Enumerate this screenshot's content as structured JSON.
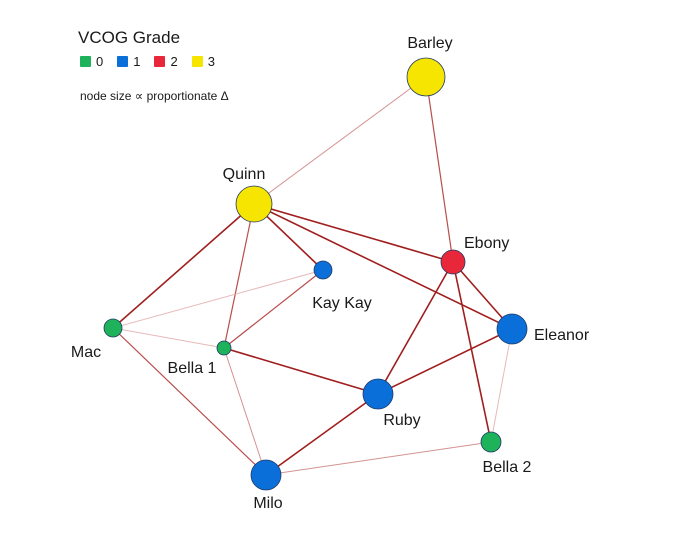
{
  "legend": {
    "title": "VCOG Grade",
    "items": [
      {
        "label": "0",
        "color": "#1eb35a"
      },
      {
        "label": "1",
        "color": "#0a6fd8"
      },
      {
        "label": "2",
        "color": "#e8283a"
      },
      {
        "label": "3",
        "color": "#f5e500"
      }
    ],
    "note": "node size ∝ proportionate Δ"
  },
  "nodes": [
    {
      "id": "Barley",
      "label": "Barley",
      "grade": 3
    },
    {
      "id": "Quinn",
      "label": "Quinn",
      "grade": 3
    },
    {
      "id": "Ebony",
      "label": "Ebony",
      "grade": 2
    },
    {
      "id": "KayKay",
      "label": "Kay Kay",
      "grade": 1
    },
    {
      "id": "Eleanor",
      "label": "Eleanor",
      "grade": 1
    },
    {
      "id": "Mac",
      "label": "Mac",
      "grade": 0
    },
    {
      "id": "Bella1",
      "label": "Bella 1",
      "grade": 0
    },
    {
      "id": "Ruby",
      "label": "Ruby",
      "grade": 1
    },
    {
      "id": "Bella2",
      "label": "Bella 2",
      "grade": 0
    },
    {
      "id": "Milo",
      "label": "Milo",
      "grade": 1
    }
  ],
  "edges": [
    {
      "from": "Barley",
      "to": "Quinn",
      "weight": "light"
    },
    {
      "from": "Barley",
      "to": "Ebony",
      "weight": "medium"
    },
    {
      "from": "Quinn",
      "to": "Ebony",
      "weight": "strong"
    },
    {
      "from": "Quinn",
      "to": "KayKay",
      "weight": "strong"
    },
    {
      "from": "Quinn",
      "to": "Mac",
      "weight": "strong"
    },
    {
      "from": "Quinn",
      "to": "Bella1",
      "weight": "medium"
    },
    {
      "from": "Quinn",
      "to": "Eleanor",
      "weight": "strong"
    },
    {
      "from": "KayKay",
      "to": "Bella1",
      "weight": "medium"
    },
    {
      "from": "KayKay",
      "to": "Mac",
      "weight": "faint"
    },
    {
      "from": "Mac",
      "to": "Bella1",
      "weight": "faint"
    },
    {
      "from": "Mac",
      "to": "Milo",
      "weight": "medium"
    },
    {
      "from": "Bella1",
      "to": "Ruby",
      "weight": "strong"
    },
    {
      "from": "Bella1",
      "to": "Milo",
      "weight": "light"
    },
    {
      "from": "Ebony",
      "to": "Ruby",
      "weight": "strong"
    },
    {
      "from": "Ebony",
      "to": "Eleanor",
      "weight": "strong"
    },
    {
      "from": "Ebony",
      "to": "Bella2",
      "weight": "strong"
    },
    {
      "from": "Ruby",
      "to": "Eleanor",
      "weight": "strong"
    },
    {
      "from": "Ruby",
      "to": "Milo",
      "weight": "strong"
    },
    {
      "from": "Eleanor",
      "to": "Bella2",
      "weight": "faint"
    },
    {
      "from": "Milo",
      "to": "Bella2",
      "weight": "light"
    }
  ]
}
